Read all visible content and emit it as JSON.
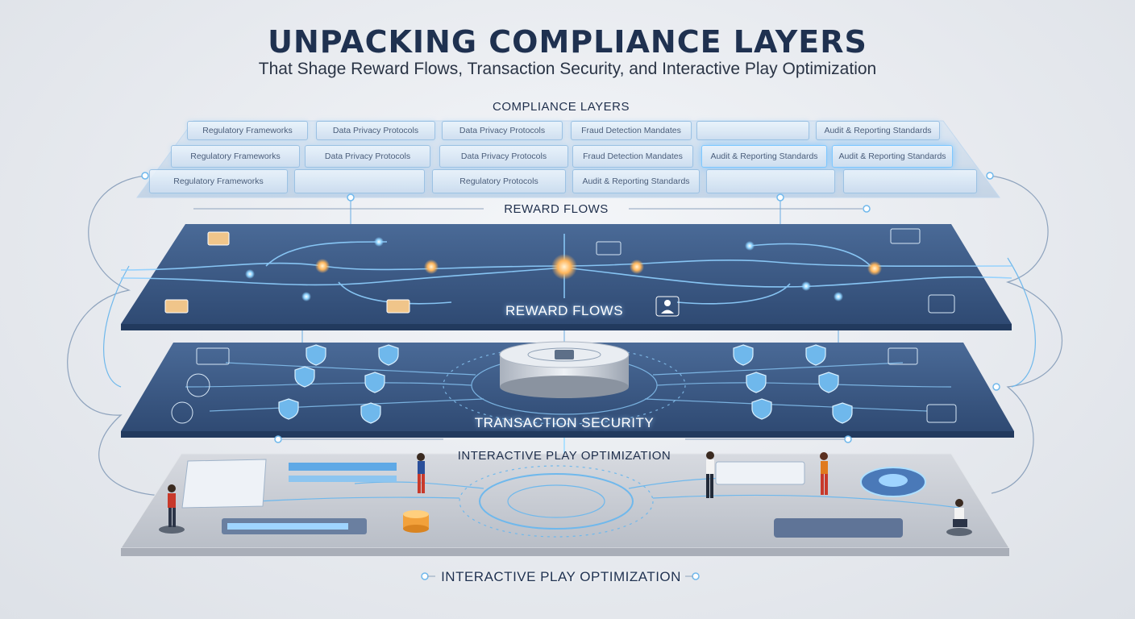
{
  "title": "UNPACKING COMPLIANCE LAYERS",
  "subtitle": "That Shage Reward Flows, Transaction Security, and Interactive Play Optimization",
  "layers": {
    "compliance": {
      "label": "COMPLIANCE LAYERS",
      "rows": [
        [
          "Regulatory Frameworks",
          "Data Privacy Protocols",
          "Data Privacy Protocols",
          "Fraud Detection Mandates",
          "",
          "Audit & Reporting Standards"
        ],
        [
          "Regulatory Frameworks",
          "Data Privacy Protocols",
          "Data Privacy Protocols",
          "Fraud Detection Mandates",
          "Audit & Reporting Standards",
          "Audit & Reporting Standards"
        ],
        [
          "Regulatory Frameworks",
          "",
          "Regulatory Protocols",
          "Audit & Reporting Standards",
          "",
          ""
        ]
      ]
    },
    "reward": {
      "label_top": "REWARD FLOWS",
      "label_plate": "REWARD FLOWS"
    },
    "transaction": {
      "label_plate": "TRANSACTION SECURITY"
    },
    "play": {
      "label_top": "INTERACTIVE PLAY OPTIMIZATION",
      "label_bottom": "INTERACTIVE PLAY OPTIMIZATION"
    }
  },
  "colors": {
    "plate_blue": "#3c5a86",
    "plate_grey": "#c8ccd3",
    "glow_blue": "#7ec8ff",
    "glow_orange": "#ffb65c",
    "person_red": "#c8392b"
  },
  "icons": [
    "wallet-icon",
    "lock-shield-icon",
    "user-icon",
    "server-disk-icon",
    "person-icon"
  ]
}
